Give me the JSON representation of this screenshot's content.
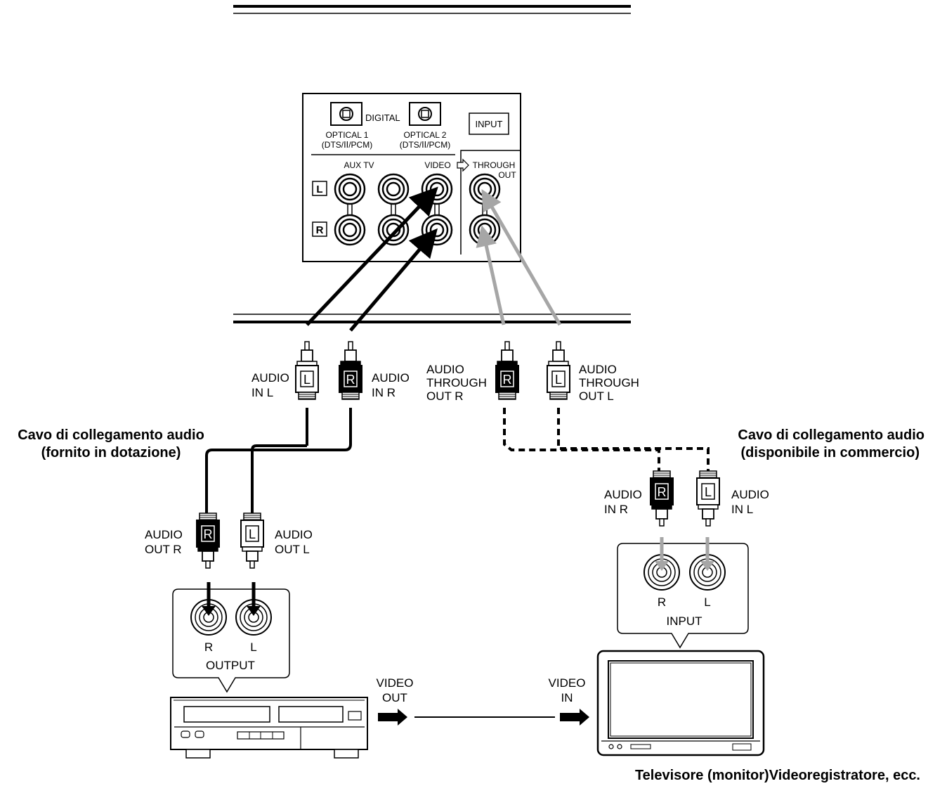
{
  "panel": {
    "digital": "DIGITAL",
    "optical1_line1": "OPTICAL 1",
    "optical1_line2": "(DTS/ⅠⅠ/PCM)",
    "optical2_line1": "OPTICAL 2",
    "optical2_line2": "(DTS/ⅠⅠ/PCM)",
    "input": "INPUT",
    "aux_tv": "AUX TV",
    "video": "VIDEO",
    "through": "THROUGH",
    "out": "OUT",
    "row_l": "L",
    "row_r": "R"
  },
  "plugs_top": {
    "audio_in_l_1": "AUDIO",
    "audio_in_l_2": "IN L",
    "audio_in_r_1": "AUDIO",
    "audio_in_r_2": "IN R",
    "through_r_1": "AUDIO",
    "through_r_2": "THROUGH",
    "through_r_3": "OUT R",
    "through_l_1": "AUDIO",
    "through_l_2": "THROUGH",
    "through_l_3": "OUT L",
    "letter_l": "L",
    "letter_r": "R"
  },
  "cables": {
    "supplied_1": "Cavo di collegamento audio",
    "supplied_2": "(fornito in dotazione)",
    "commercial_1": "Cavo di collegamento audio",
    "commercial_2": "(disponibile in commercio)"
  },
  "vcr_side": {
    "audio_out_r_1": "AUDIO",
    "audio_out_r_2": "OUT R",
    "audio_out_l_1": "AUDIO",
    "audio_out_l_2": "OUT L",
    "jack_r": "R",
    "jack_l": "L",
    "output": "OUTPUT",
    "video_out_1": "VIDEO",
    "video_out_2": "OUT"
  },
  "tv_side": {
    "audio_in_r_1": "AUDIO",
    "audio_in_r_2": "IN R",
    "audio_in_l_1": "AUDIO",
    "audio_in_l_2": "IN L",
    "jack_r": "R",
    "jack_l": "L",
    "input": "INPUT",
    "video_in_1": "VIDEO",
    "video_in_2": "IN"
  },
  "caption": "Televisore (monitor)Videoregistratore, ecc.",
  "colors": {
    "line": "#000000",
    "gray_cable": "#a6a6a6",
    "panel_fill": "#ffffff"
  }
}
